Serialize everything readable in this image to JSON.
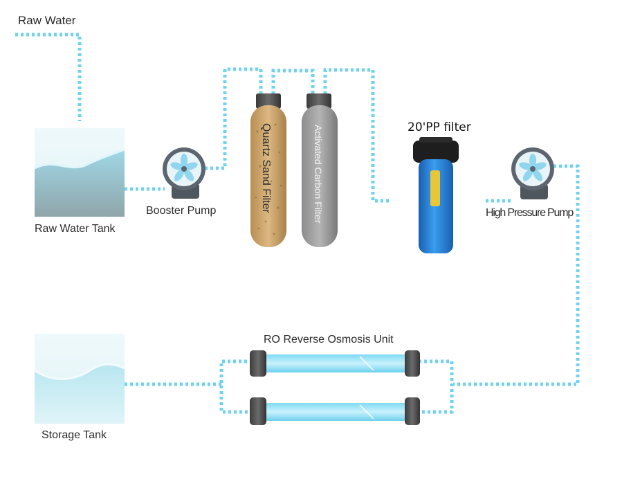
{
  "labels": {
    "raw_water": "Raw Water",
    "raw_water_tank": "Raw Water Tank",
    "booster_pump": "Booster Pump",
    "quartz_sand_filter": "Quartz Sand Filter",
    "activated_carbon_filter": "Activated Carbon Filter",
    "pp_filter": "20'PP filter",
    "high_pressure_pump": "High Pressure Pump",
    "ro_unit": "RO Reverse Osmosis Unit",
    "storage_tank": "Storage Tank"
  },
  "colors": {
    "pipe": "#6fd3ee",
    "tank_water": "#bfe9f2",
    "sand": "#c9a268",
    "carbon": "#9a9a9a",
    "pp_housing": "#1f7fd0",
    "pump": "#5d6670",
    "membrane": "#8fe0f6"
  }
}
